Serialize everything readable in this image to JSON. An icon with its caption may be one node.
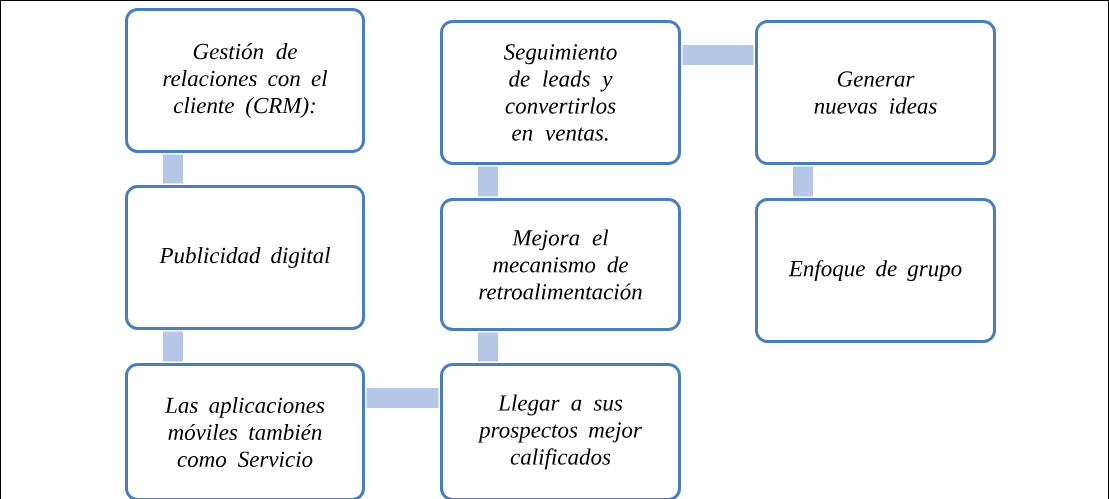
{
  "diagram": {
    "nodes": [
      {
        "text": [
          "Gestión de relaciones con el cliente (CRM):"
        ]
      },
      {
        "text": [
          "Publicidad digital"
        ]
      },
      {
        "text": [
          "Las aplicaciones móviles también como Servicio"
        ]
      },
      {
        "text": [
          "Seguimiento de leads y convertirlos en ventas."
        ]
      },
      {
        "text": [
          "Mejora el mecanismo de retroalimentación"
        ]
      },
      {
        "text": [
          "Llegar a sus prospectos mejor calificados"
        ]
      },
      {
        "text": [
          "Generar nuevas ideas"
        ]
      },
      {
        "text": [
          "Enfoque de grupo"
        ]
      }
    ],
    "edges": [
      {
        "from": 0,
        "to": 1,
        "arrow": "none"
      },
      {
        "from": 1,
        "to": 2,
        "arrow": "none"
      },
      {
        "from": 2,
        "to": 5,
        "arrow": "none"
      },
      {
        "from": 5,
        "to": 4,
        "arrow": "none"
      },
      {
        "from": 4,
        "to": 3,
        "arrow": "none"
      },
      {
        "from": 3,
        "to": 6,
        "arrow": "none"
      },
      {
        "from": 6,
        "to": 7,
        "arrow": "none"
      }
    ]
  }
}
